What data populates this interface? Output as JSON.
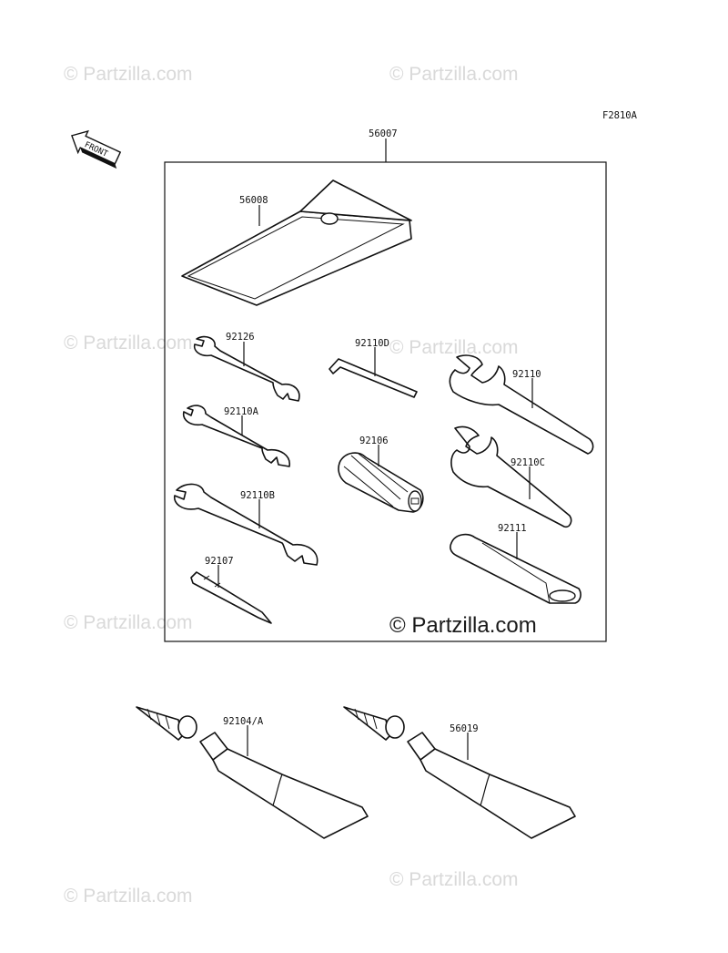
{
  "figure_code": "F2810A",
  "front_arrow_label": "FRONT",
  "watermark_text": "© Partzilla.com",
  "colors": {
    "watermark": "#d9d9d9",
    "ink": "#111111"
  },
  "labels": {
    "tool_kit": "56007",
    "case": "56008",
    "wrench_92126": "92126",
    "hex_key": "92110D",
    "spanner_92110": "92110",
    "wrench_92110a": "92110A",
    "handle": "92106",
    "spanner_92110c": "92110C",
    "wrench_92110b": "92110B",
    "screwdriver_bit": "92107",
    "extension": "92111",
    "tube_left": "92104/A",
    "tube_right": "56019"
  }
}
